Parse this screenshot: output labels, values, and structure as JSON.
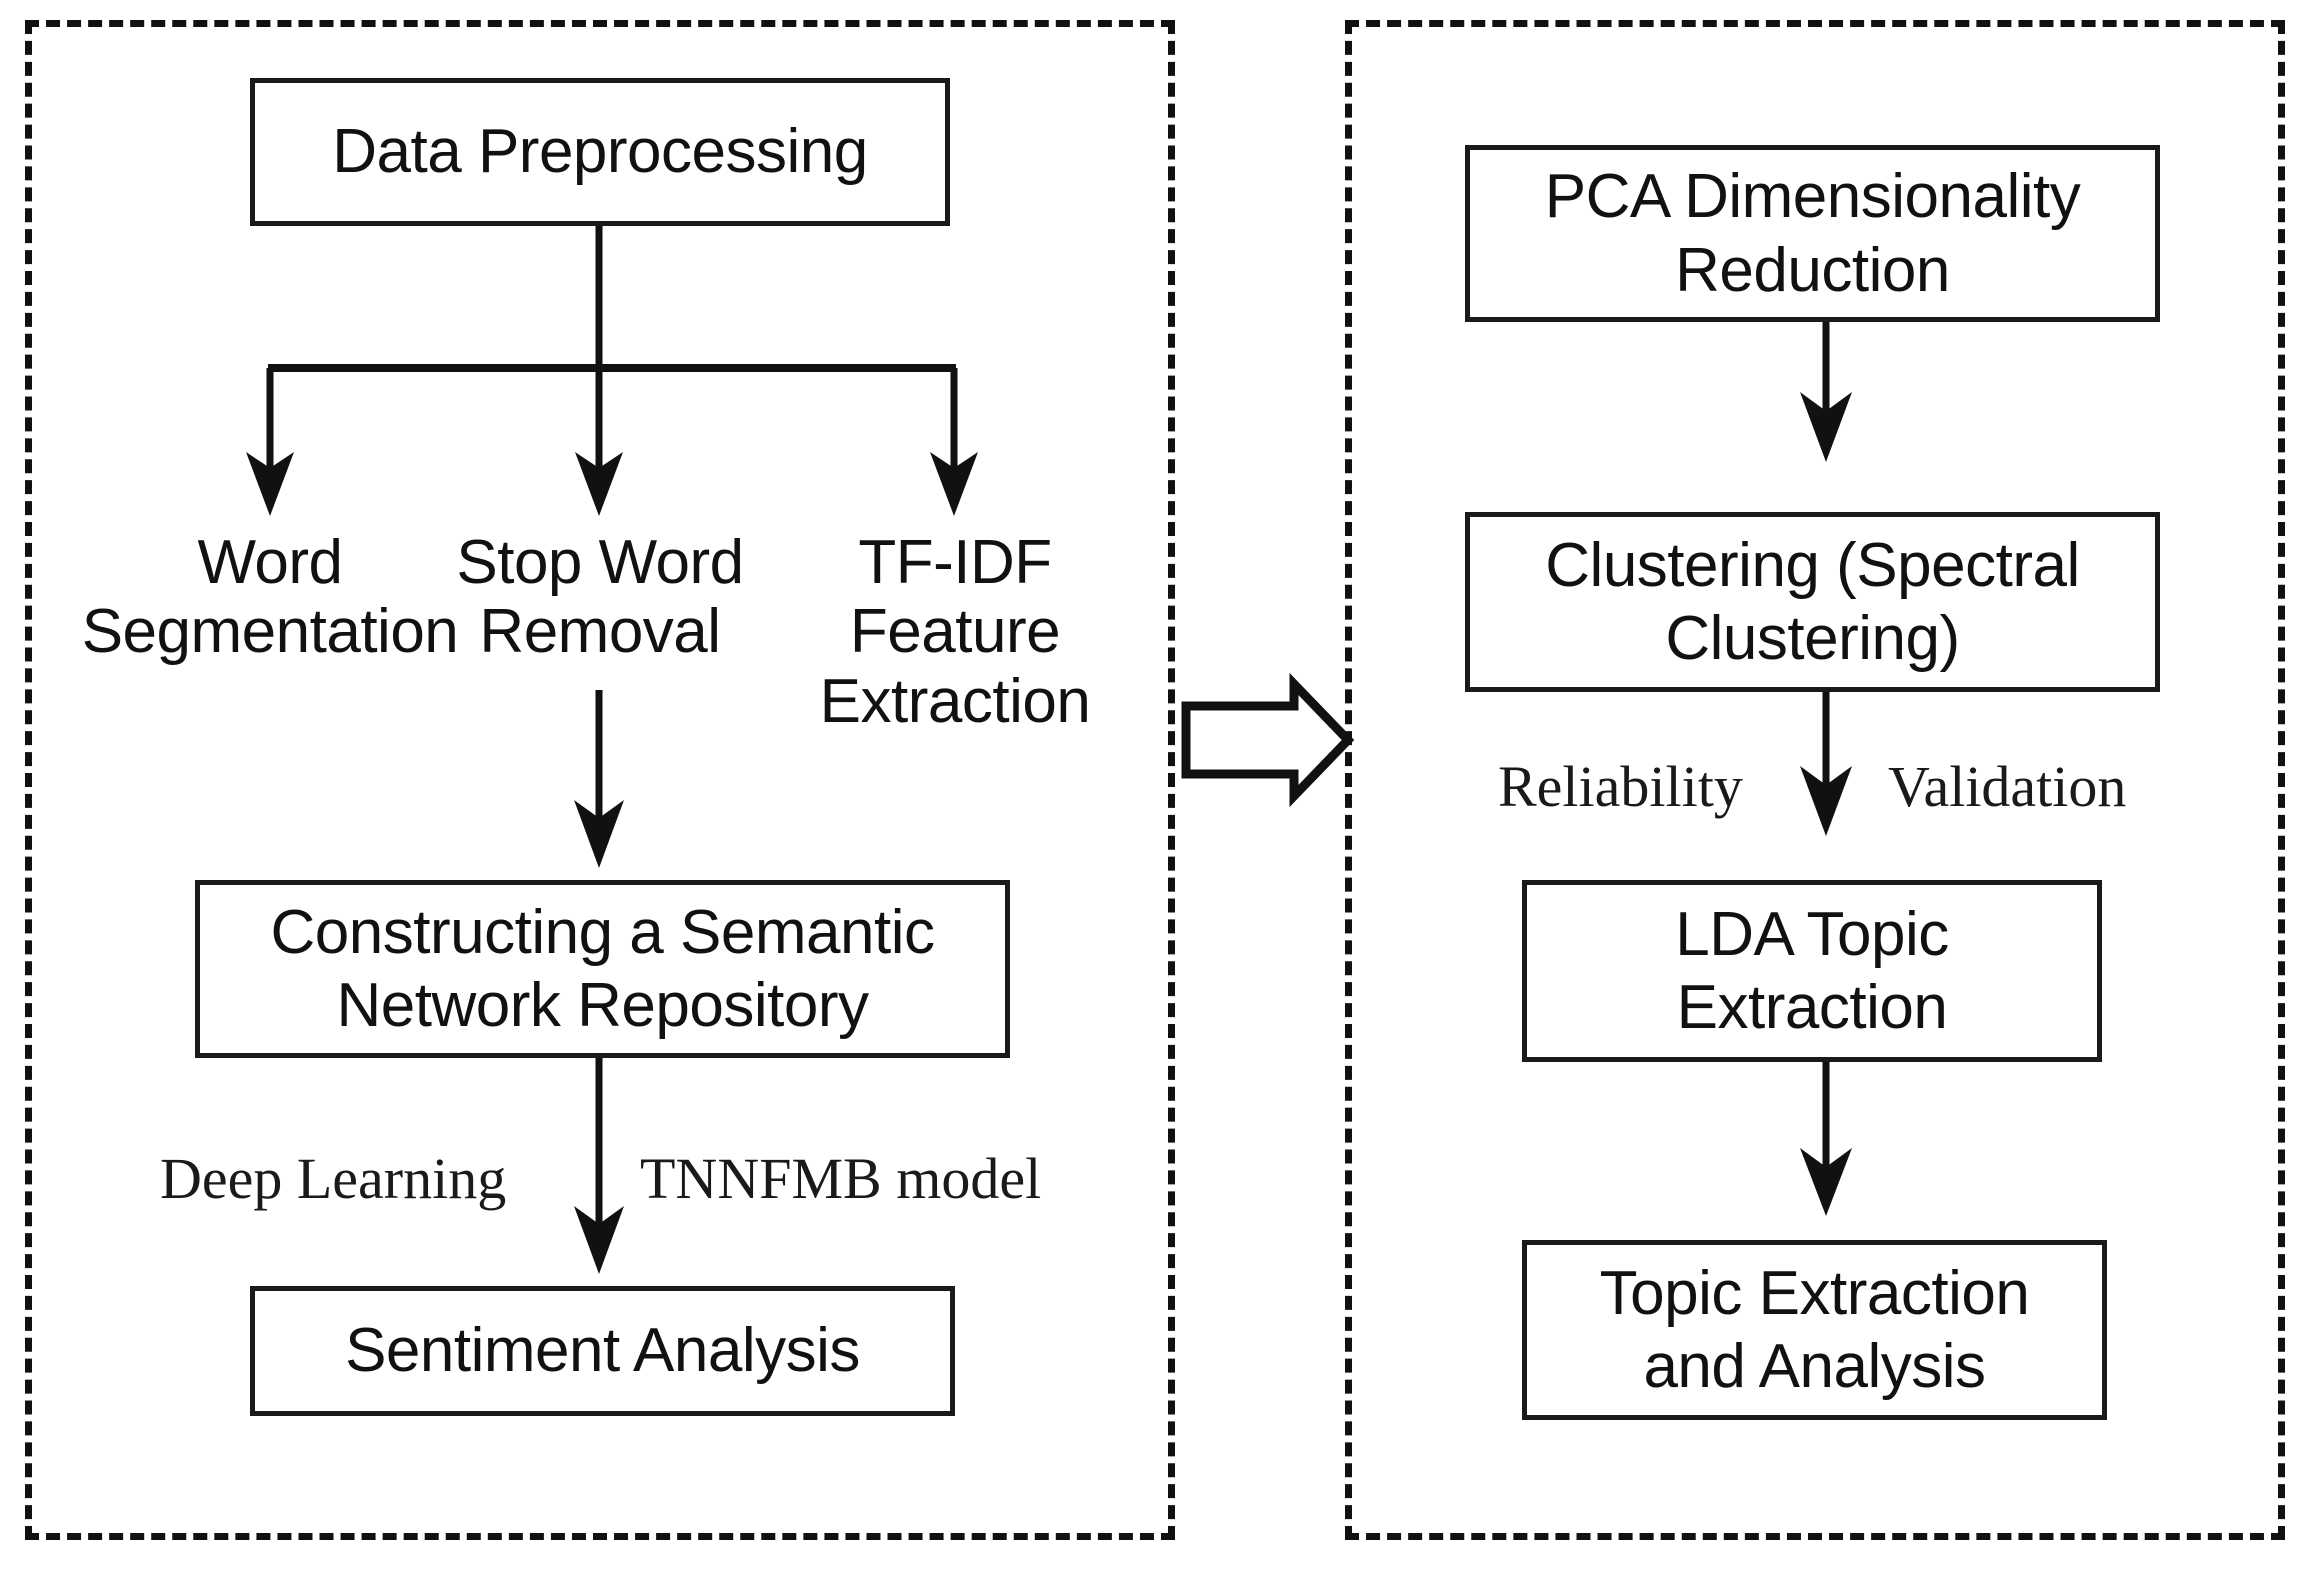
{
  "diagram": {
    "type": "flowchart",
    "orientation": "two-stage horizontal",
    "panels": [
      {
        "id": "stage-one",
        "border_style": "dashed",
        "accent": "#111111"
      },
      {
        "id": "stage-two",
        "border_style": "dashed",
        "accent": "#111111"
      }
    ]
  },
  "left_panel": {
    "root": {
      "label": "Data Preprocessing"
    },
    "branches": [
      {
        "label": "Word\nSegmentation"
      },
      {
        "label": "Stop Word\nRemoval"
      },
      {
        "label": "TF-IDF\nFeature\nExtraction"
      }
    ],
    "semantic_box": {
      "label": "Constructing a Semantic\nNetwork Repository"
    },
    "edge_notes": {
      "left": "Deep Learning",
      "right": "TNNFMB model"
    },
    "sentiment_box": {
      "label": "Sentiment Analysis"
    }
  },
  "right_panel": {
    "pca_box": {
      "label": "PCA Dimensionality\nReduction"
    },
    "clustering_box": {
      "label": "Clustering (Spectral\nClustering)"
    },
    "edge_notes": {
      "left": "Reliability",
      "right": "Validation"
    },
    "lda_box": {
      "label": "LDA Topic\nExtraction"
    },
    "result_box": {
      "label": "Topic Extraction\nand Analysis"
    }
  },
  "connector": {
    "name": "stage-transition-arrow",
    "direction": "right",
    "style": "hollow-block-arrow"
  },
  "colors": {
    "stroke": "#111111",
    "box_border": "#1a1a1a",
    "background": "#ffffff",
    "text": "#111111"
  }
}
